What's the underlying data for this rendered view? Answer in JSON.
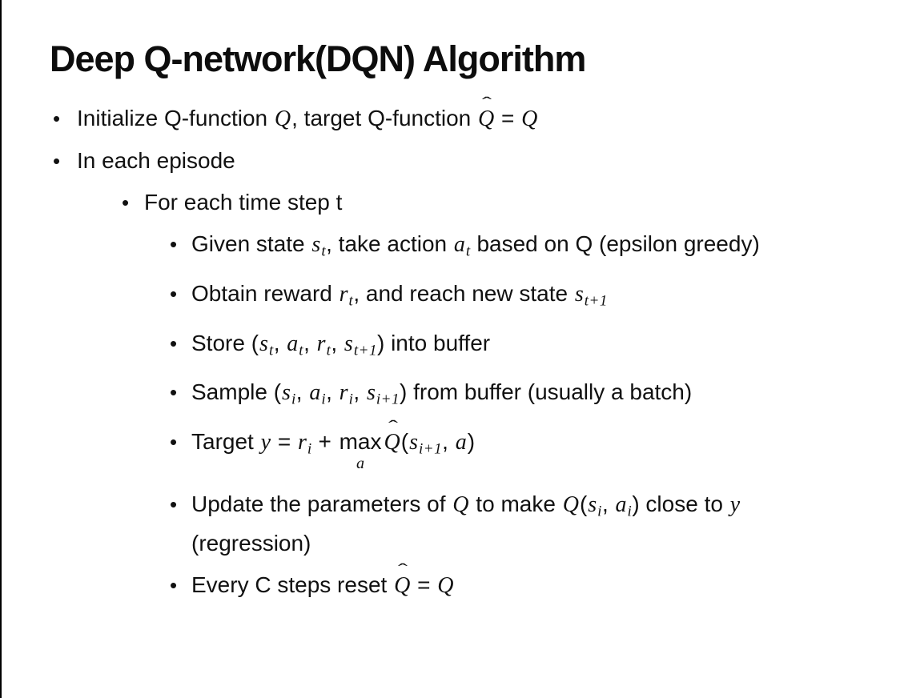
{
  "slide": {
    "title": "Deep Q-network(DQN) Algorithm",
    "bullet_char": "•",
    "text_color": "#111111",
    "background_color": "#ffffff",
    "edge_line_color": "#000000",
    "bullets": [
      {
        "level": 1,
        "parts": [
          {
            "k": "t",
            "v": "Initialize Q-function "
          },
          {
            "k": "m",
            "v": "Q"
          },
          {
            "k": "t",
            "v": ", target Q-function "
          },
          {
            "k": "h",
            "v": "Q"
          },
          {
            "k": "t",
            "v": " = "
          },
          {
            "k": "m",
            "v": "Q"
          }
        ]
      },
      {
        "level": 1,
        "parts": [
          {
            "k": "t",
            "v": "In each episode"
          }
        ]
      },
      {
        "level": 2,
        "parts": [
          {
            "k": "t",
            "v": "For each time step t"
          }
        ]
      },
      {
        "level": 3,
        "parts": [
          {
            "k": "t",
            "v": "Given state "
          },
          {
            "k": "m",
            "v": "s"
          },
          {
            "k": "s",
            "v": "t"
          },
          {
            "k": "t",
            "v": ", take action "
          },
          {
            "k": "m",
            "v": "a"
          },
          {
            "k": "s",
            "v": "t"
          },
          {
            "k": "t",
            "v": " based on Q (epsilon greedy)"
          }
        ]
      },
      {
        "level": 3,
        "parts": [
          {
            "k": "t",
            "v": "Obtain reward "
          },
          {
            "k": "m",
            "v": "r"
          },
          {
            "k": "s",
            "v": "t"
          },
          {
            "k": "t",
            "v": ", and reach new state "
          },
          {
            "k": "m",
            "v": "s"
          },
          {
            "k": "s",
            "v": "t+1"
          }
        ]
      },
      {
        "level": 3,
        "parts": [
          {
            "k": "t",
            "v": "Store ("
          },
          {
            "k": "m",
            "v": "s"
          },
          {
            "k": "s",
            "v": "t"
          },
          {
            "k": "t",
            "v": ", "
          },
          {
            "k": "m",
            "v": "a"
          },
          {
            "k": "s",
            "v": "t"
          },
          {
            "k": "t",
            "v": ", "
          },
          {
            "k": "m",
            "v": "r"
          },
          {
            "k": "s",
            "v": "t"
          },
          {
            "k": "t",
            "v": ", "
          },
          {
            "k": "m",
            "v": "s"
          },
          {
            "k": "s",
            "v": "t+1"
          },
          {
            "k": "t",
            "v": ") into buffer"
          }
        ]
      },
      {
        "level": 3,
        "parts": [
          {
            "k": "t",
            "v": "Sample ("
          },
          {
            "k": "m",
            "v": "s"
          },
          {
            "k": "s",
            "v": "i"
          },
          {
            "k": "t",
            "v": ", "
          },
          {
            "k": "m",
            "v": "a"
          },
          {
            "k": "s",
            "v": "i"
          },
          {
            "k": "t",
            "v": ", "
          },
          {
            "k": "m",
            "v": "r"
          },
          {
            "k": "s",
            "v": "i"
          },
          {
            "k": "t",
            "v": ", "
          },
          {
            "k": "m",
            "v": "s"
          },
          {
            "k": "s",
            "v": "i+1"
          },
          {
            "k": "t",
            "v": ") from buffer (usually a batch)"
          }
        ]
      },
      {
        "level": 3,
        "parts": [
          {
            "k": "t",
            "v": "Target "
          },
          {
            "k": "m",
            "v": "y"
          },
          {
            "k": "t",
            "v": " = "
          },
          {
            "k": "m",
            "v": "r"
          },
          {
            "k": "s",
            "v": "i"
          },
          {
            "k": "t",
            "v": " + "
          },
          {
            "k": "u",
            "v": "max",
            "b": "a"
          },
          {
            "k": "h",
            "v": "Q"
          },
          {
            "k": "t",
            "v": "("
          },
          {
            "k": "m",
            "v": "s"
          },
          {
            "k": "s",
            "v": "i+1"
          },
          {
            "k": "t",
            "v": ", "
          },
          {
            "k": "m",
            "v": "a"
          },
          {
            "k": "t",
            "v": ")"
          }
        ]
      },
      {
        "level": 3,
        "parts": [
          {
            "k": "t",
            "v": "Update the parameters of "
          },
          {
            "k": "m",
            "v": "Q"
          },
          {
            "k": "t",
            "v": " to make "
          },
          {
            "k": "m",
            "v": "Q"
          },
          {
            "k": "t",
            "v": "("
          },
          {
            "k": "m",
            "v": "s"
          },
          {
            "k": "s",
            "v": "i"
          },
          {
            "k": "t",
            "v": ", "
          },
          {
            "k": "m",
            "v": "a"
          },
          {
            "k": "s",
            "v": "i"
          },
          {
            "k": "t",
            "v": ") close to "
          },
          {
            "k": "m",
            "v": "y"
          },
          {
            "k": "t",
            "v": " (regression)"
          }
        ]
      },
      {
        "level": 3,
        "parts": [
          {
            "k": "t",
            "v": "Every C steps reset "
          },
          {
            "k": "h",
            "v": "Q"
          },
          {
            "k": "t",
            "v": " = "
          },
          {
            "k": "m",
            "v": "Q"
          }
        ]
      }
    ]
  }
}
